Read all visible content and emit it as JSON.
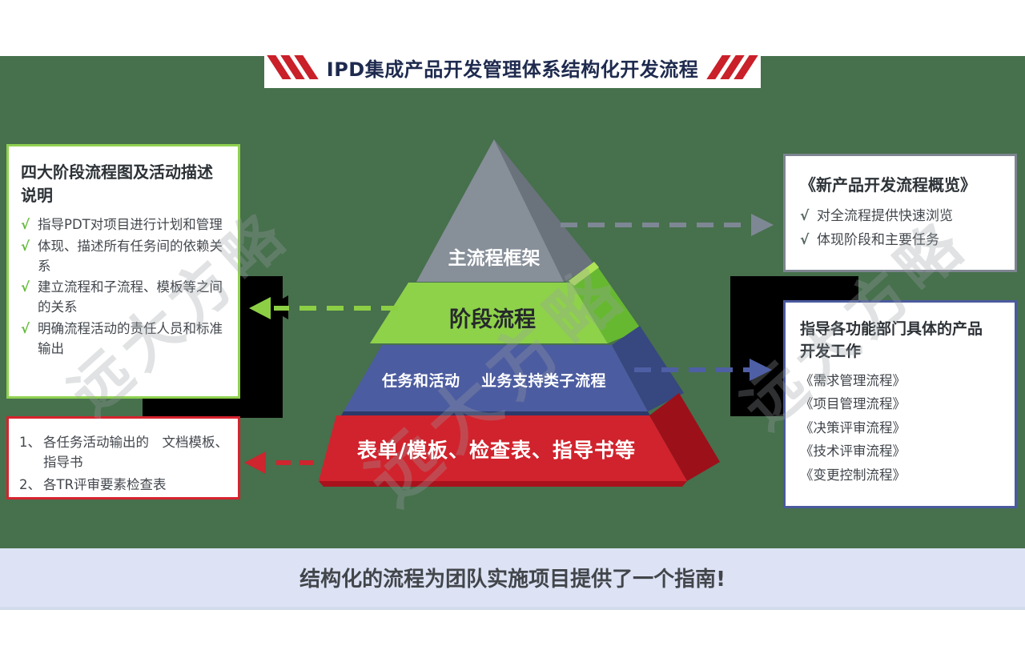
{
  "header": {
    "title": "IPD集成产品开发管理体系结构化开发流程"
  },
  "pyramid": {
    "layers": [
      {
        "name": "main-process-frame",
        "label": "主流程框架",
        "front_color": "#878f99",
        "side_color": "#6a727c"
      },
      {
        "name": "stage-process",
        "label": "阶段流程",
        "front_color": "#8ed24a",
        "side_color": "#66b831"
      },
      {
        "name": "tasks-and-activities",
        "label": "任务和活动　 业务支持类子流程",
        "front_color": "#4c5ca0",
        "side_color": "#37477f"
      },
      {
        "name": "forms-templates",
        "label": "表单/模板、检查表、指导书等",
        "front_color": "#d1232d",
        "side_color": "#9c101a"
      }
    ]
  },
  "left_top_box": {
    "title_lines": [
      "四大阶段流程图及活动描述",
      "说明"
    ],
    "check": "√",
    "items": [
      "指导PDT对项目进行计划和管理",
      "体现、描述所有任务间的依赖关系",
      "建立流程和子流程、模板等之间的关系",
      "明确流程活动的责任人员和标准输出"
    ],
    "border_color": "#8fd14f"
  },
  "left_bottom_box": {
    "items": [
      {
        "num": "1、",
        "lines": [
          "各任务活动输出的　文档模板、",
          "指导书"
        ]
      },
      {
        "num": "2、",
        "lines": [
          "各TR评审要素检查表"
        ]
      }
    ],
    "border_color": "#d6232e"
  },
  "right_top_box": {
    "title": "《新产品开发流程概览》",
    "check": "√",
    "items": [
      "对全流程提供快速浏览",
      "体现阶段和主要任务"
    ],
    "border_color": "#7d8590"
  },
  "right_bottom_box": {
    "title_lines": [
      "指导各功能部门具体的产品",
      "开发工作"
    ],
    "items": [
      "《需求管理流程》",
      "《项目管理流程》",
      "《决策评审流程》",
      "《技术评审流程》",
      "《变更控制流程》"
    ],
    "border_color": "#4a5a9e"
  },
  "footer": {
    "text": "结构化的流程为团队实施项目提供了一个指南!"
  },
  "watermark": {
    "text": "远大方略"
  },
  "colors": {
    "background_green": "#47704d",
    "accent_red": "#c9202a",
    "title_navy": "#1e2a4e",
    "footer_bar": "#dde3f5",
    "arrow_gray": "#7e8894",
    "arrow_green": "#8ccf45",
    "arrow_blue": "#4f5fa5",
    "arrow_red": "#ce252e",
    "shadow_black": "#000000"
  }
}
